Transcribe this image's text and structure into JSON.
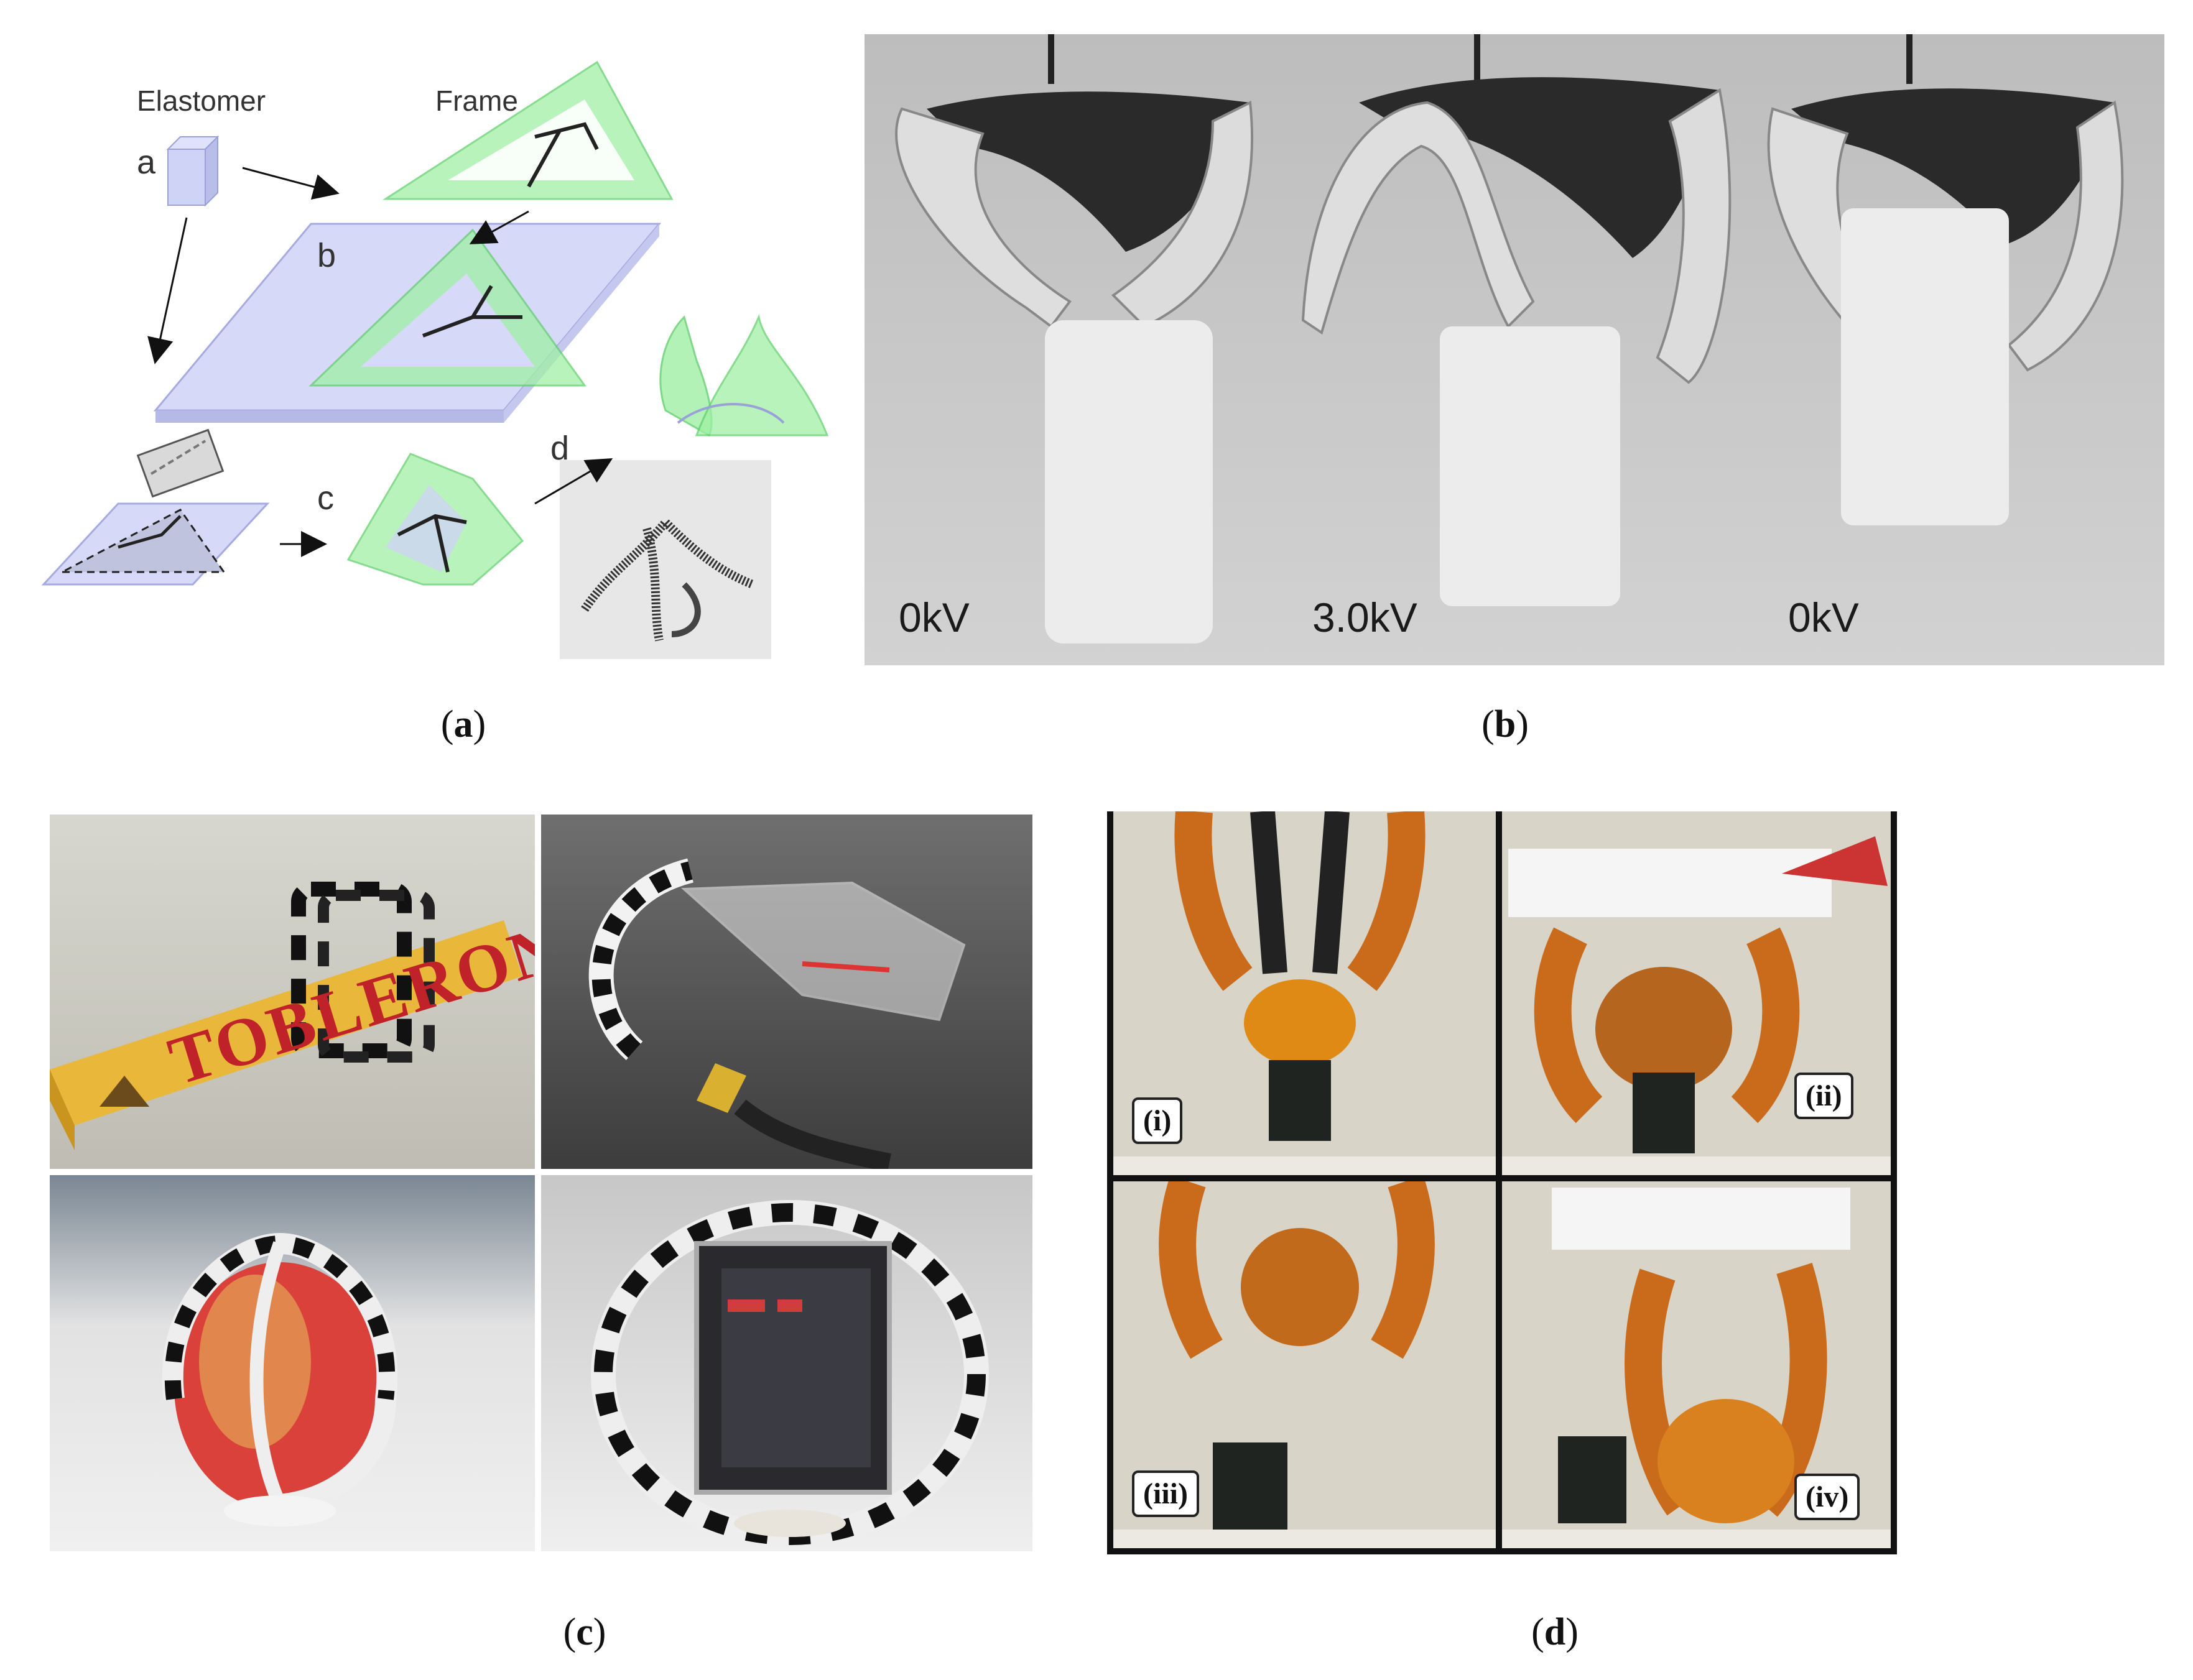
{
  "panel_a": {
    "label_elastomer": "Elastomer",
    "label_frame": "Frame",
    "step_a": "a",
    "step_b": "b",
    "step_c": "c",
    "step_d": "d",
    "caption": "a"
  },
  "panel_b": {
    "frames": [
      {
        "voltage": "0kV"
      },
      {
        "voltage": "3.0kV"
      },
      {
        "voltage": "0kV"
      }
    ],
    "caption": "b"
  },
  "panel_c": {
    "chocolate_brand": "TOBLERONE",
    "caption": "c"
  },
  "panel_d": {
    "subpanels": [
      "(i)",
      "(ii)",
      "(iii)",
      "(iv)"
    ],
    "caption": "d"
  },
  "colors": {
    "frame_green": "#7fe08a",
    "elastomer_lavender": "#cfd3f5",
    "photo_gray": "#c9c9c9"
  }
}
